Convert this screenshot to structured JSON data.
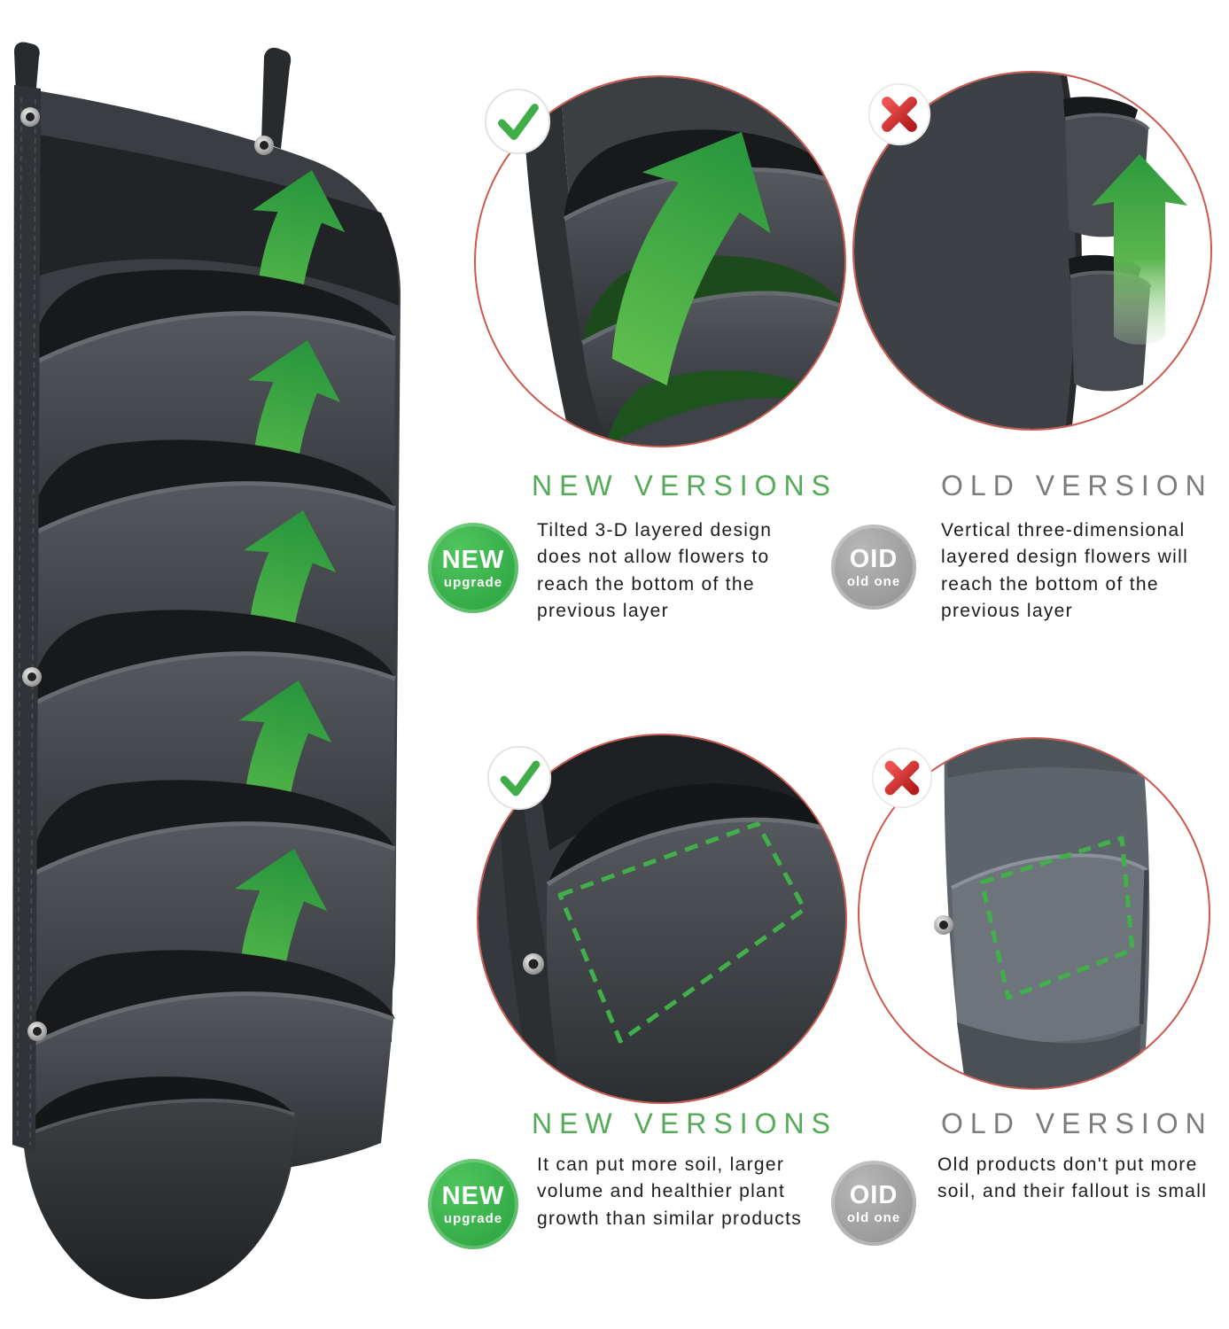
{
  "colors": {
    "accent_green": "#3fae49",
    "heading_green": "#54ab55",
    "heading_gray": "#7c7c7c",
    "planter_dark": "#3a3d41",
    "crop_ring_red": "#cd584e",
    "cross_red": "#c62828"
  },
  "icons": {
    "check": "check-icon",
    "cross": "cross-icon",
    "up_arrow": "green-up-arrow-icon",
    "grommet": "metal-grommet",
    "hanging_loop": "hanging-loop"
  },
  "sections": {
    "top": {
      "new": {
        "heading": "NEW VERSIONS",
        "badge": {
          "line1": "NEW",
          "line2": "upgrade"
        },
        "text": "Tilted 3-D layered design does not allow flowers to reach the bottom of the previous layer"
      },
      "old": {
        "heading": "OLD VERSION",
        "badge": {
          "line1": "OID",
          "line2": "old one"
        },
        "text": "Vertical three-dimensional layered design flowers will reach the bottom of the previous layer"
      }
    },
    "bottom": {
      "new": {
        "heading": "NEW VERSIONS",
        "badge": {
          "line1": "NEW",
          "line2": "upgrade"
        },
        "text": "It can put more soil, larger volume and healthier plant growth than similar products"
      },
      "old": {
        "heading": "OLD VERSION",
        "badge": {
          "line1": "OID",
          "line2": "old one"
        },
        "text": "Old products don't put more soil, and their fallout is small"
      }
    }
  }
}
